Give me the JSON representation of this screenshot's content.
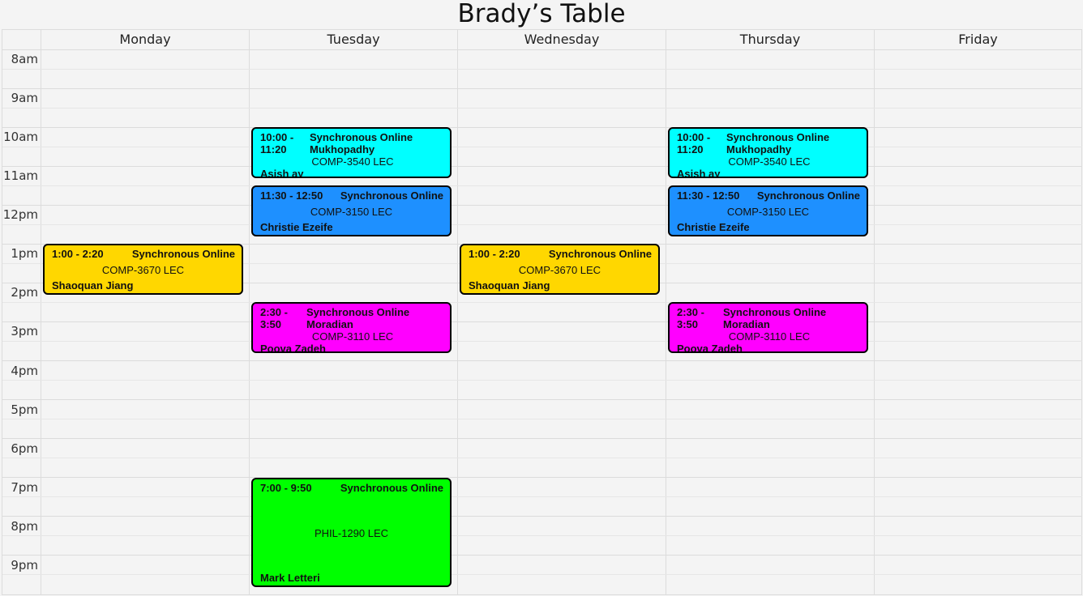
{
  "title": "Brady’s Table",
  "days": [
    "Monday",
    "Tuesday",
    "Wednesday",
    "Thursday",
    "Friday"
  ],
  "times": [
    "8am",
    "9am",
    "10am",
    "11am",
    "12pm",
    "1pm",
    "2pm",
    "3pm",
    "4pm",
    "5pm",
    "6pm",
    "7pm",
    "8pm",
    "9pm"
  ],
  "colors": {
    "comp3540": "#00ffff",
    "comp3150": "#1e90ff",
    "comp3670": "#ffd700",
    "comp3110": "#ff00ff",
    "phil1290": "#00ff00"
  },
  "events": {
    "mon_3670": {
      "time": "1:00 - 2:20",
      "mode": "Synchronous Online",
      "course": "COMP-3670 LEC",
      "instructor": "Shaoquan Jiang"
    },
    "tue_3540": {
      "time_a": "10:00 -",
      "time_b": "11:20",
      "mode": "Synchronous Online",
      "prof_a": "Mukhopadhy",
      "course": "COMP-3540 LEC",
      "instructor": "Asish ay"
    },
    "tue_3150": {
      "time": "11:30 - 12:50",
      "mode": "Synchronous Online",
      "course": "COMP-3150 LEC",
      "instructor": "Christie Ezeife"
    },
    "tue_3110": {
      "time_a": "2:30 -",
      "time_b": "3:50",
      "mode": "Synchronous Online",
      "prof_a": "Moradian",
      "course": "COMP-3110 LEC",
      "instructor": "Poova Zadeh"
    },
    "tue_1290": {
      "time": "7:00 - 9:50",
      "mode": "Synchronous Online",
      "course": "PHIL-1290 LEC",
      "instructor": "Mark Letteri"
    },
    "wed_3670": {
      "time": "1:00 - 2:20",
      "mode": "Synchronous Online",
      "course": "COMP-3670 LEC",
      "instructor": "Shaoquan Jiang"
    },
    "thu_3540": {
      "time_a": "10:00 -",
      "time_b": "11:20",
      "mode": "Synchronous Online",
      "prof_a": "Mukhopadhy",
      "course": "COMP-3540 LEC",
      "instructor": "Asish ay"
    },
    "thu_3150": {
      "time": "11:30 - 12:50",
      "mode": "Synchronous Online",
      "course": "COMP-3150 LEC",
      "instructor": "Christie Ezeife"
    },
    "thu_3110": {
      "time_a": "2:30 -",
      "time_b": "3:50",
      "mode": "Synchronous Online",
      "prof_a": "Moradian",
      "course": "COMP-3110 LEC",
      "instructor": "Poova Zadeh"
    }
  }
}
